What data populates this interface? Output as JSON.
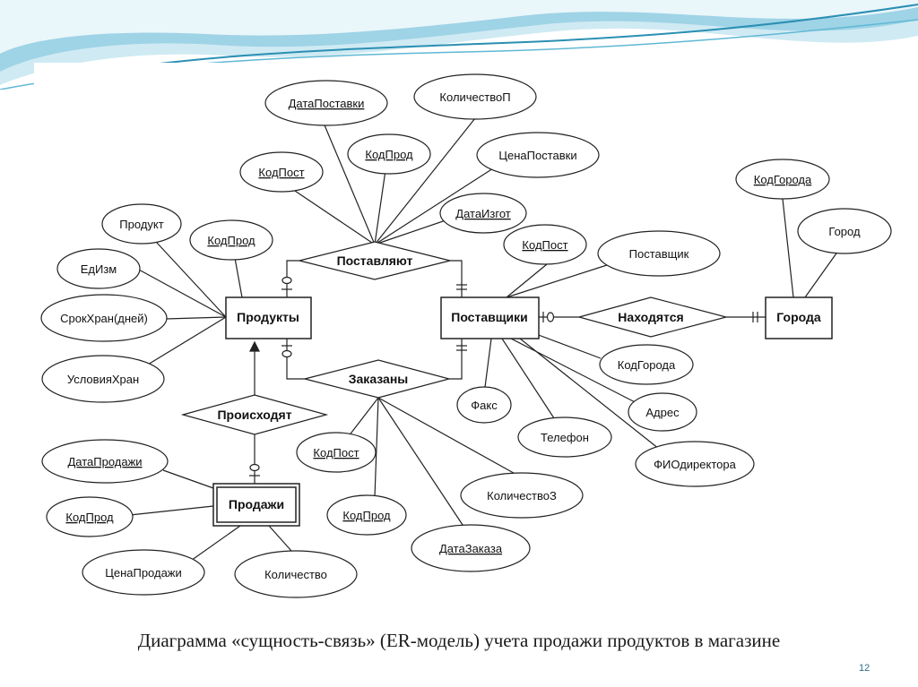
{
  "entities": {
    "products": "Продукты",
    "suppliers": "Поставщики",
    "cities": "Города",
    "sales": "Продажи"
  },
  "relationships": {
    "supply": "Поставляют",
    "ordered": "Заказаны",
    "located": "Находятся",
    "occur": "Происходят"
  },
  "attributes": {
    "supply_date": "ДатаПоставки",
    "supply_qty": "КоличествоП",
    "supply_prod_code": "КодПрод",
    "supply_price": "ЦенаПоставки",
    "supply_sup_code": "КодПост",
    "manufacture_date": "ДатаИзгот",
    "product": "Продукт",
    "product_code": "КодПрод",
    "unit": "ЕдИзм",
    "shelf_life": "СрокХран(дней)",
    "storage_cond": "УсловияХран",
    "supplier_code": "КодПост",
    "supplier": "Поставщик",
    "supplier_city_code": "КодГорода",
    "address": "Адрес",
    "director": "ФИОдиректора",
    "phone": "Телефон",
    "fax": "Факс",
    "city_code": "КодГорода",
    "city": "Город",
    "order_sup_code": "КодПост",
    "order_prod_code": "КодПрод",
    "order_qty": "КоличествоЗ",
    "order_date": "ДатаЗаказа",
    "sale_date": "ДатаПродажи",
    "sale_prod_code": "КодПрод",
    "sale_price": "ЦенаПродажи",
    "sale_qty": "Количество"
  },
  "caption": "Диаграмма «сущность-связь» (ER-модель) учета продажи продуктов в магазине",
  "page_number": "12"
}
